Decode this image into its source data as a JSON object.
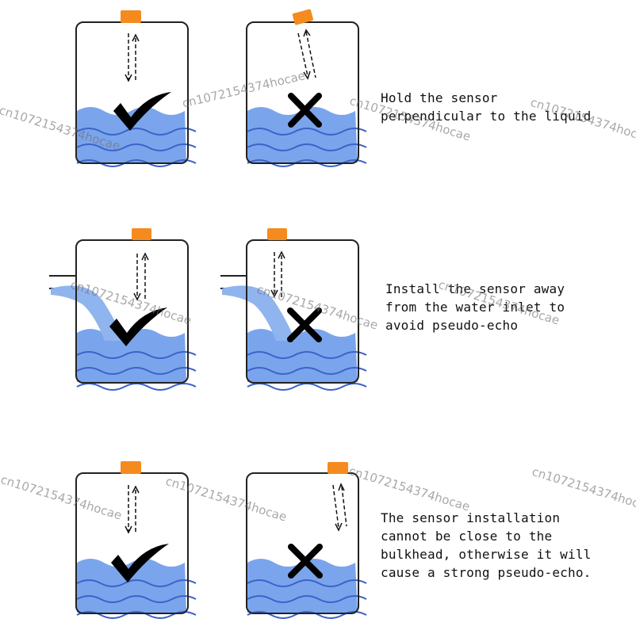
{
  "captions": {
    "perpendicular": "Hold the sensor\nperpendicular to the liquid",
    "inlet": "Install the sensor away\nfrom the water inlet to\navoid pseudo-echo",
    "bulkhead": "The sensor installation\ncannot be close to the\nbulkhead, otherwise it will\ncause a strong pseudo-echo."
  },
  "watermark": "cn1072154374hocae",
  "colors": {
    "sensor": "#f58b1f",
    "water": "#7aa5ec",
    "wave": "#3d63c9",
    "tank_outline": "#222222",
    "mark": "#000000"
  },
  "panels": [
    {
      "row": "perpendicular",
      "result": "correct",
      "icon": "check-icon",
      "sensor": "upright"
    },
    {
      "row": "perpendicular",
      "result": "wrong",
      "icon": "cross-icon",
      "sensor": "tilted"
    },
    {
      "row": "inlet",
      "result": "correct",
      "icon": "check-icon",
      "sensor": "away-from-inlet"
    },
    {
      "row": "inlet",
      "result": "wrong",
      "icon": "cross-icon",
      "sensor": "above-inlet"
    },
    {
      "row": "bulkhead",
      "result": "correct",
      "icon": "check-icon",
      "sensor": "centered"
    },
    {
      "row": "bulkhead",
      "result": "wrong",
      "icon": "cross-icon",
      "sensor": "near-wall"
    }
  ]
}
